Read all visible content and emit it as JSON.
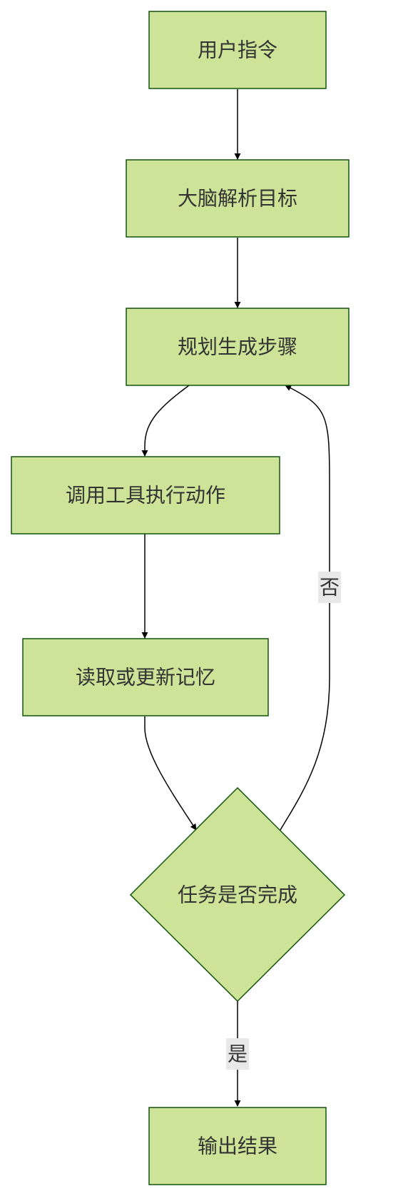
{
  "nodes": {
    "user_command": "用户指令",
    "parse_goal": "大脑解析目标",
    "plan_steps": "规划生成步骤",
    "invoke_tools": "调用工具执行动作",
    "memory": "读取或更新记忆",
    "task_done": "任务是否完成",
    "output": "输出结果"
  },
  "edges": {
    "no_label": "否",
    "yes_label": "是"
  }
}
